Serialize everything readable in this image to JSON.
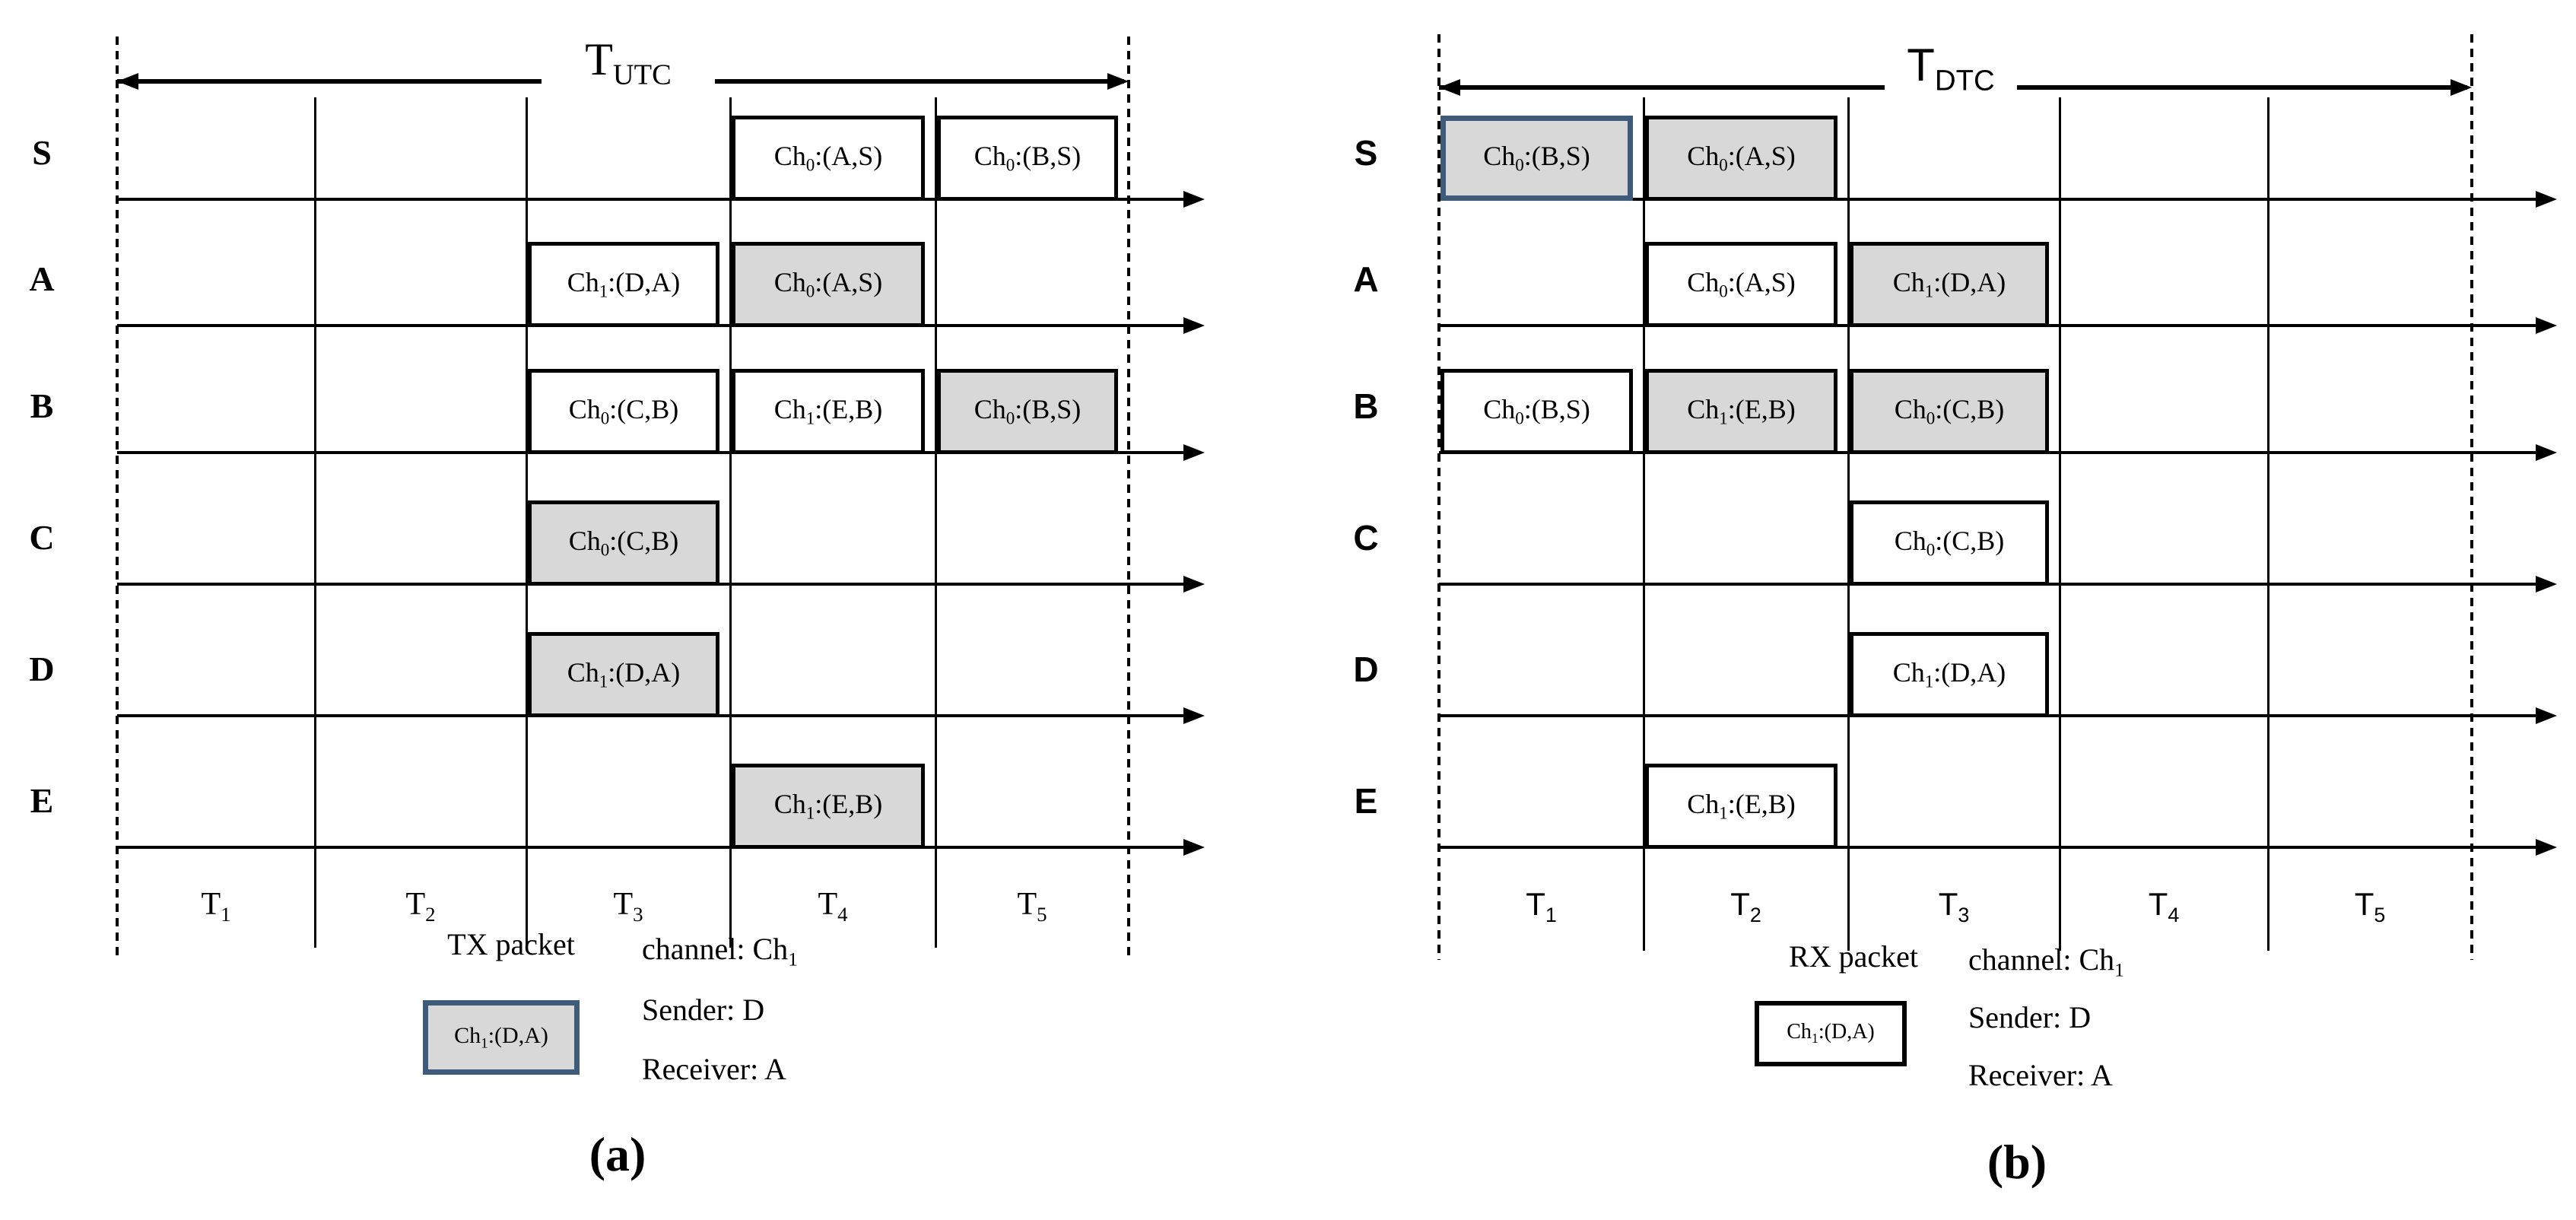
{
  "colors": {
    "background": "#ffffff",
    "line": "#000000",
    "gray_fill": "#d8d8d8",
    "white_fill": "#ffffff",
    "highlight_border": "#3e5c7a"
  },
  "figure": {
    "diagram_a": {
      "caption": "(a)",
      "title": {
        "pre": "T",
        "sub": "UTC"
      },
      "node_labels": [
        "S",
        "A",
        "B",
        "C",
        "D",
        "E"
      ],
      "time_labels": [
        {
          "pre": "T",
          "sub": "1"
        },
        {
          "pre": "T",
          "sub": "2"
        },
        {
          "pre": "T",
          "sub": "3"
        },
        {
          "pre": "T",
          "sub": "4"
        },
        {
          "pre": "T",
          "sub": "5"
        }
      ],
      "boxes": [
        {
          "row": "S",
          "slot": 4,
          "label": {
            "pre": "Ch",
            "sub": "0",
            "post": ":(A,S)"
          },
          "fill": "white",
          "border": "black"
        },
        {
          "row": "S",
          "slot": 5,
          "label": {
            "pre": "Ch",
            "sub": "0",
            "post": ":(B,S)"
          },
          "fill": "white",
          "border": "black"
        },
        {
          "row": "A",
          "slot": 3,
          "label": {
            "pre": "Ch",
            "sub": "1",
            "post": ":(D,A)"
          },
          "fill": "white",
          "border": "black"
        },
        {
          "row": "A",
          "slot": 4,
          "label": {
            "pre": "Ch",
            "sub": "0",
            "post": ":(A,S)"
          },
          "fill": "gray",
          "border": "black"
        },
        {
          "row": "B",
          "slot": 3,
          "label": {
            "pre": "Ch",
            "sub": "0",
            "post": ":(C,B)"
          },
          "fill": "white",
          "border": "black"
        },
        {
          "row": "B",
          "slot": 4,
          "label": {
            "pre": "Ch",
            "sub": "1",
            "post": ":(E,B)"
          },
          "fill": "white",
          "border": "black"
        },
        {
          "row": "B",
          "slot": 5,
          "label": {
            "pre": "Ch",
            "sub": "0",
            "post": ":(B,S)"
          },
          "fill": "gray",
          "border": "black"
        },
        {
          "row": "C",
          "slot": 3,
          "label": {
            "pre": "Ch",
            "sub": "0",
            "post": ":(C,B)"
          },
          "fill": "gray",
          "border": "black"
        },
        {
          "row": "D",
          "slot": 3,
          "label": {
            "pre": "Ch",
            "sub": "1",
            "post": ":(D,A)"
          },
          "fill": "gray",
          "border": "black"
        },
        {
          "row": "E",
          "slot": 4,
          "label": {
            "pre": "Ch",
            "sub": "1",
            "post": ":(E,B)"
          },
          "fill": "gray",
          "border": "black"
        }
      ],
      "legend": {
        "title": "TX packet",
        "box_label": {
          "pre": "Ch",
          "sub": "1",
          "post": ":(D,A)"
        },
        "box_fill": "gray",
        "box_border": "highlight",
        "lines": [
          {
            "pre": "channel: Ch",
            "sub": "1"
          },
          {
            "pre": "Sender: D"
          },
          {
            "pre": "Receiver: A"
          }
        ]
      }
    },
    "diagram_b": {
      "caption": "(b)",
      "title": {
        "pre": "T",
        "sub": "DTC"
      },
      "node_labels": [
        "S",
        "A",
        "B",
        "C",
        "D",
        "E"
      ],
      "time_labels": [
        {
          "pre": "T",
          "sub": "1"
        },
        {
          "pre": "T",
          "sub": "2"
        },
        {
          "pre": "T",
          "sub": "3"
        },
        {
          "pre": "T",
          "sub": "4"
        },
        {
          "pre": "T",
          "sub": "5"
        }
      ],
      "boxes": [
        {
          "row": "S",
          "slot": 1,
          "label": {
            "pre": "Ch",
            "sub": "0",
            "post": ":(B,S)"
          },
          "fill": "gray",
          "border": "highlight"
        },
        {
          "row": "S",
          "slot": 2,
          "label": {
            "pre": "Ch",
            "sub": "0",
            "post": ":(A,S)"
          },
          "fill": "gray",
          "border": "black"
        },
        {
          "row": "A",
          "slot": 2,
          "label": {
            "pre": "Ch",
            "sub": "0",
            "post": ":(A,S)"
          },
          "fill": "white",
          "border": "black"
        },
        {
          "row": "A",
          "slot": 3,
          "label": {
            "pre": "Ch",
            "sub": "1",
            "post": ":(D,A)"
          },
          "fill": "gray",
          "border": "black"
        },
        {
          "row": "B",
          "slot": 1,
          "label": {
            "pre": "Ch",
            "sub": "0",
            "post": ":(B,S)"
          },
          "fill": "white",
          "border": "black"
        },
        {
          "row": "B",
          "slot": 2,
          "label": {
            "pre": "Ch",
            "sub": "1",
            "post": ":(E,B)"
          },
          "fill": "gray",
          "border": "black"
        },
        {
          "row": "B",
          "slot": 3,
          "label": {
            "pre": "Ch",
            "sub": "0",
            "post": ":(C,B)"
          },
          "fill": "gray",
          "border": "black"
        },
        {
          "row": "C",
          "slot": 3,
          "label": {
            "pre": "Ch",
            "sub": "0",
            "post": ":(C,B)"
          },
          "fill": "white",
          "border": "black"
        },
        {
          "row": "D",
          "slot": 3,
          "label": {
            "pre": "Ch",
            "sub": "1",
            "post": ":(D,A)"
          },
          "fill": "white",
          "border": "black"
        },
        {
          "row": "E",
          "slot": 2,
          "label": {
            "pre": "Ch",
            "sub": "1",
            "post": ":(E,B)"
          },
          "fill": "white",
          "border": "black"
        }
      ],
      "legend": {
        "title": "RX packet",
        "box_label": {
          "pre": "Ch",
          "sub": "1",
          "post": ":(D,A)"
        },
        "box_fill": "white",
        "box_border": "black",
        "lines": [
          {
            "pre": "channel: Ch",
            "sub": "1"
          },
          {
            "pre": "Sender: D"
          },
          {
            "pre": "Receiver: A"
          }
        ]
      }
    }
  }
}
